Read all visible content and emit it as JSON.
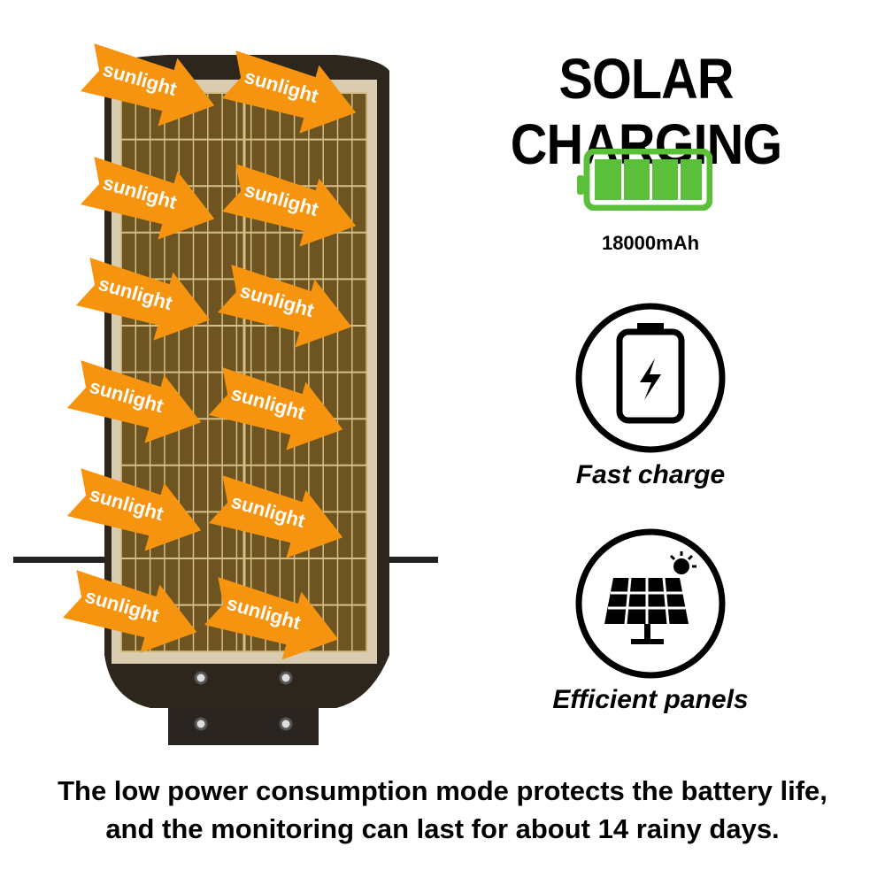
{
  "title": "SOLAR CHARGING",
  "battery": {
    "capacity": "18000mAh",
    "color": "#5cbf3a"
  },
  "features": [
    {
      "label": "Fast charge",
      "icon": "battery-bolt-icon"
    },
    {
      "label": "Efficient panels",
      "icon": "solar-panel-icon"
    }
  ],
  "arrow_label": "sunlight",
  "arrow_color": "#f7940f",
  "footer": {
    "line1": "The low power consumption mode protects the battery life,",
    "line2": "and the monitoring can last for about 14 rainy days."
  }
}
